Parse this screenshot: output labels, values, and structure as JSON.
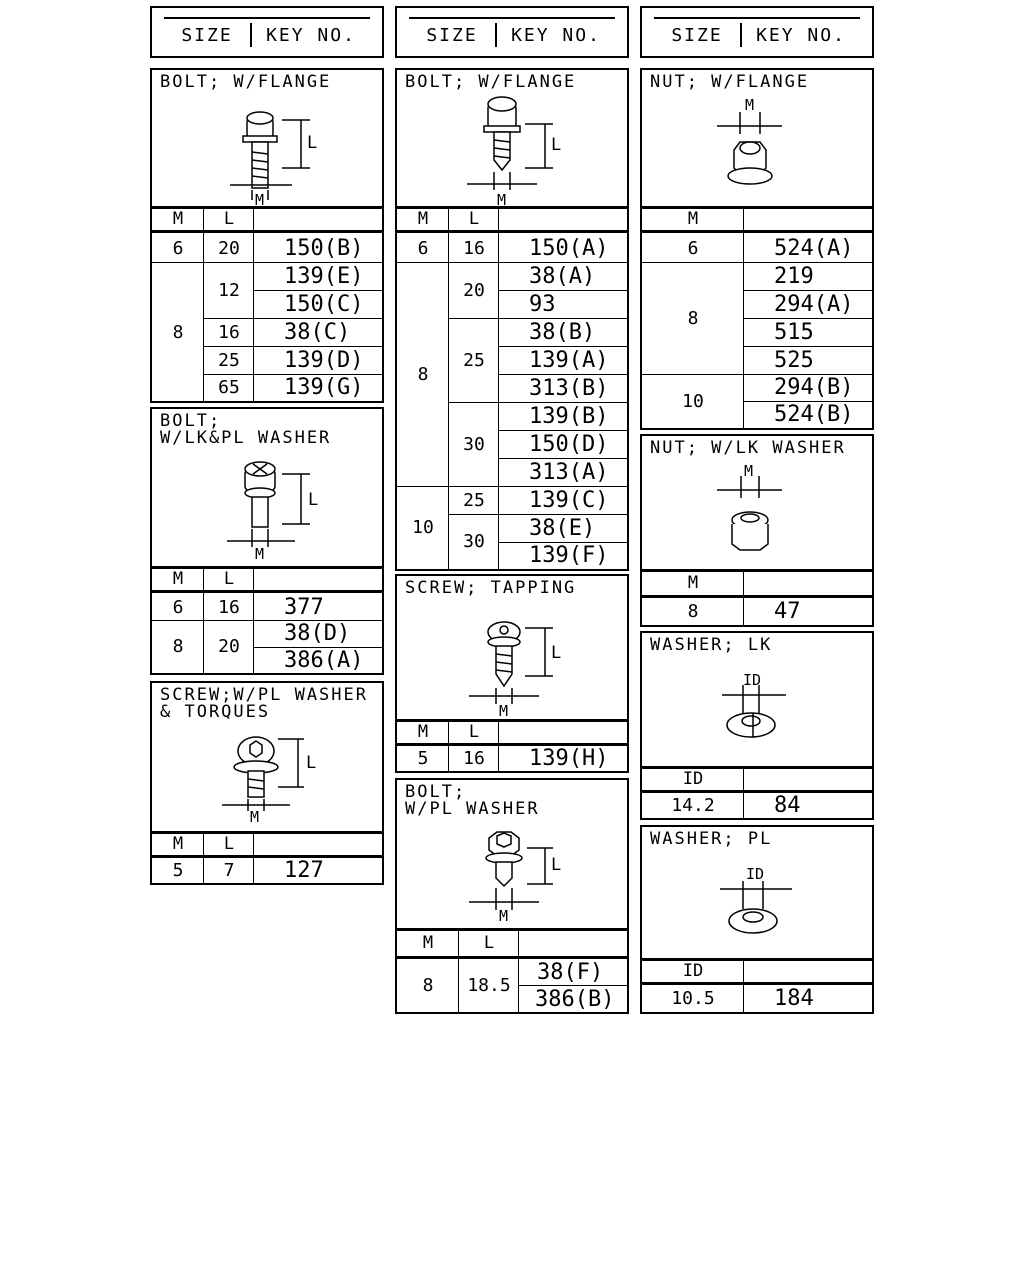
{
  "header": {
    "size": "SIZE",
    "key": "KEY NO."
  },
  "col1": {
    "bolt_flange": {
      "title": "BOLT; W/FLANGE",
      "hm": "M",
      "hl": "L",
      "rows": [
        [
          "6",
          "20",
          "150(B)"
        ],
        [
          "8",
          "12",
          "139(E)"
        ],
        [
          "",
          "",
          "150(C)"
        ],
        [
          "",
          "16",
          "38(C)"
        ],
        [
          "",
          "25",
          "139(D)"
        ],
        [
          "",
          "65",
          "139(G)"
        ]
      ]
    },
    "bolt_lk": {
      "title": "BOLT;\nW/LK&PL WASHER",
      "hm": "M",
      "hl": "L",
      "rows": [
        [
          "6",
          "16",
          "377"
        ],
        [
          "8",
          "20",
          "38(D)"
        ],
        [
          "",
          "",
          "386(A)"
        ]
      ]
    },
    "screw_pl": {
      "title": "SCREW;W/PL WASHER\n& TORQUES",
      "hm": "M",
      "hl": "L",
      "rows": [
        [
          "5",
          "7",
          "127"
        ]
      ]
    }
  },
  "col2": {
    "bolt_flange": {
      "title": "BOLT; W/FLANGE",
      "hm": "M",
      "hl": "L",
      "rows": [
        [
          "6",
          "16",
          "150(A)"
        ],
        [
          "8",
          "20",
          "38(A)"
        ],
        [
          "",
          "",
          "93"
        ],
        [
          "",
          "25",
          "38(B)"
        ],
        [
          "",
          "",
          "139(A)"
        ],
        [
          "",
          "",
          "313(B)"
        ],
        [
          "",
          "30",
          "139(B)"
        ],
        [
          "",
          "",
          "150(D)"
        ],
        [
          "",
          "",
          "313(A)"
        ],
        [
          "10",
          "25",
          "139(C)"
        ],
        [
          "",
          "30",
          "38(E)"
        ],
        [
          "",
          "",
          "139(F)"
        ]
      ]
    },
    "screw_tap": {
      "title": "SCREW; TAPPING",
      "hm": "M",
      "hl": "L",
      "rows": [
        [
          "5",
          "16",
          "139(H)"
        ]
      ]
    },
    "bolt_pl": {
      "title": "BOLT;\nW/PL WASHER",
      "hm": "M",
      "hl": "L",
      "rows": [
        [
          "8",
          "18.5",
          "38(F)"
        ],
        [
          "",
          "",
          "386(B)"
        ]
      ]
    }
  },
  "col3": {
    "nut_flange": {
      "title": "NUT; W/FLANGE",
      "hm": "M",
      "rows": [
        [
          "6",
          "524(A)"
        ],
        [
          "8",
          "219"
        ],
        [
          "",
          "294(A)"
        ],
        [
          "",
          "515"
        ],
        [
          "",
          "525"
        ],
        [
          "10",
          "294(B)"
        ],
        [
          "",
          "524(B)"
        ]
      ]
    },
    "nut_lk": {
      "title": "NUT; W/LK WASHER",
      "hm": "M",
      "rows": [
        [
          "8",
          "47"
        ]
      ]
    },
    "washer_lk": {
      "title": "WASHER; LK",
      "hm": "ID",
      "rows": [
        [
          "14.2",
          "84"
        ]
      ]
    },
    "washer_pl": {
      "title": "WASHER; PL",
      "hm": "ID",
      "rows": [
        [
          "10.5",
          "184"
        ]
      ]
    }
  },
  "labels": {
    "L": "L",
    "M": "M",
    "ID": "ID"
  }
}
